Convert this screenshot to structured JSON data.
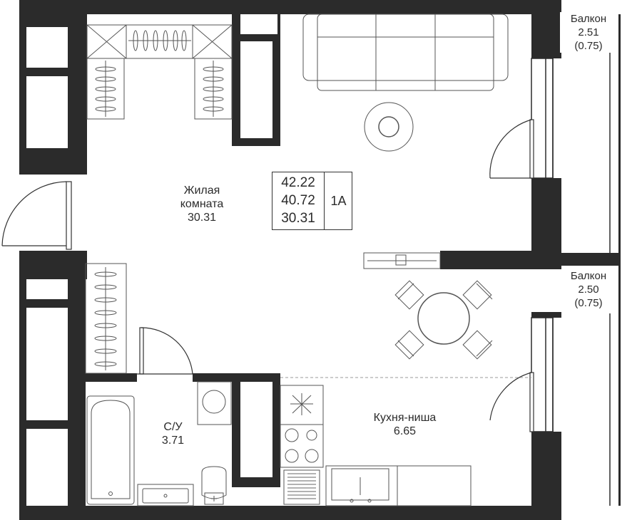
{
  "rooms": {
    "living": {
      "name_line1": "Жилая",
      "name_line2": "комната",
      "area": "30.31"
    },
    "bathroom": {
      "name": "С/У",
      "area": "3.71"
    },
    "kitchen": {
      "name": "Кухня-ниша",
      "area": "6.65"
    },
    "balcony_top": {
      "name": "Балкон",
      "area": "2.51",
      "coef": "(0.75)"
    },
    "balcony_bottom": {
      "name": "Балкон",
      "area": "2.50",
      "coef": "(0.75)"
    }
  },
  "summary": {
    "total_area": "42.22",
    "area_without_balcony": "40.72",
    "living_area": "30.31",
    "apartment_type": "1А"
  },
  "colors": {
    "wall": "#2b2b2b",
    "line": "#555555",
    "background": "#ffffff"
  }
}
